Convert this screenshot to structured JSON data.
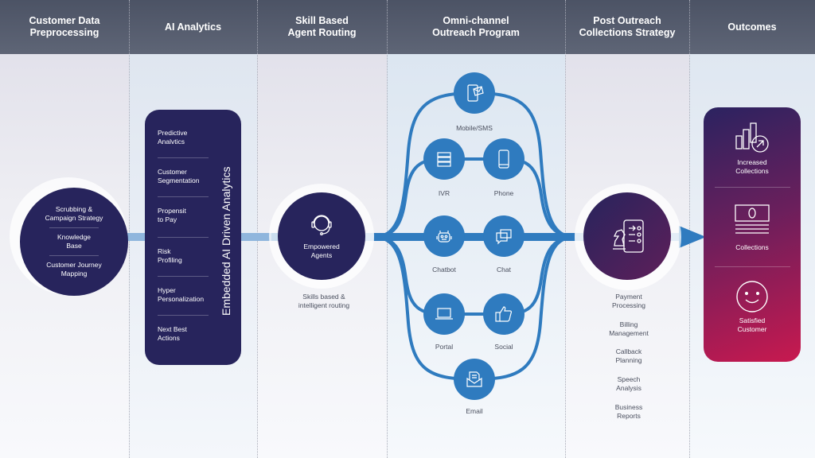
{
  "headers": [
    "Customer Data\nPreprocessing",
    "AI Analytics",
    "Skill Based\nAgent Routing",
    "Omni-channel\nOutreach Program",
    "Post Outreach\nCollections Strategy",
    "Outcomes"
  ],
  "preprocessing": {
    "items": [
      "Scrubbing &\nCampaign Strategy",
      "Knowledge\nBase",
      "Customer Journey\nMapping"
    ]
  },
  "analytics": {
    "items": [
      "Predictive\nAnalvtics",
      "Customer\nSegmentation",
      "Propensit\nto Pay",
      "Risk\nProfiling",
      "Hyper\nPersonalization",
      "Next Best\nActions"
    ],
    "vertical_label": "Embedded AI Driven Analytics"
  },
  "routing": {
    "circle_label": "Empowered\nAgents",
    "caption": "Skills based &\nintelligent routing"
  },
  "channels": [
    {
      "label": "Mobile/SMS",
      "icon": "mobile-sms-icon"
    },
    {
      "label": "IVR",
      "icon": "ivr-server-icon"
    },
    {
      "label": "Phone",
      "icon": "phone-icon"
    },
    {
      "label": "Chatbot",
      "icon": "robot-icon"
    },
    {
      "label": "Chat",
      "icon": "chat-bubbles-icon"
    },
    {
      "label": "Portal",
      "icon": "laptop-icon"
    },
    {
      "label": "Social",
      "icon": "thumbs-up-icon"
    },
    {
      "label": "Email",
      "icon": "email-icon"
    }
  ],
  "post_outreach": {
    "items": [
      "Payment\nProcessing",
      "Billing\nManagement",
      "Callback\nPlanning",
      "Speech\nAnalysis",
      "Business\nReports"
    ]
  },
  "outcomes": {
    "items": [
      "Increased\nCollections",
      "Collections",
      "Satisfied\nCustomer"
    ]
  },
  "colors": {
    "header": "#555c6c",
    "navy": "#27245c",
    "blue": "#2f7bbf",
    "magenta": "#c8194f"
  }
}
